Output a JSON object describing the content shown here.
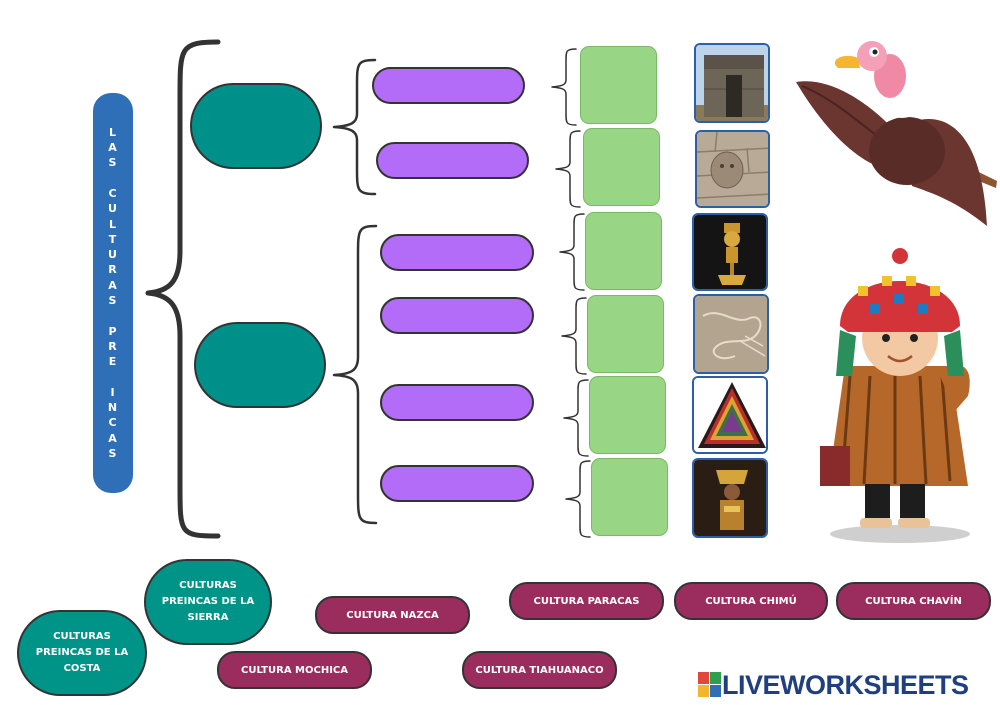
{
  "title_vertical": "LAS CULTURAS PRE INCAS",
  "title_letters": [
    "L",
    "A",
    "S",
    "",
    "C",
    "U",
    "L",
    "T",
    "U",
    "R",
    "A",
    "S",
    "",
    "P",
    "R",
    "E",
    "",
    "I",
    "N",
    "C",
    "A",
    "S"
  ],
  "tags": {
    "sierra": "CULTURAS PREINCAS DE LA SIERRA",
    "costa": "CULTURAS PREINCAS DE LA COSTA",
    "nazca": "CULTURA NAZCA",
    "paracas": "CULTURA PARACAS",
    "chimu": "CULTURA CHIMÚ",
    "chavin": "CULTURA CHAVÍN",
    "mochica": "CULTURA MOCHICA",
    "tiahuanaco": "CULTURA TIAHUANACO"
  },
  "images": [
    "stone-gate-photo",
    "stone-head-photo",
    "gold-tumi-photo",
    "nazca-lines-photo",
    "paracas-textile-photo",
    "mochica-lord-photo"
  ],
  "logo": {
    "text": "LIVEWORKSHEETS"
  },
  "colors": {
    "title_bar": "#2f6fb7",
    "teal": "#00908a",
    "purple": "#b36cf7",
    "green": "#98d685",
    "tag": "#9a2d5e",
    "logo": "#1f3f80"
  }
}
